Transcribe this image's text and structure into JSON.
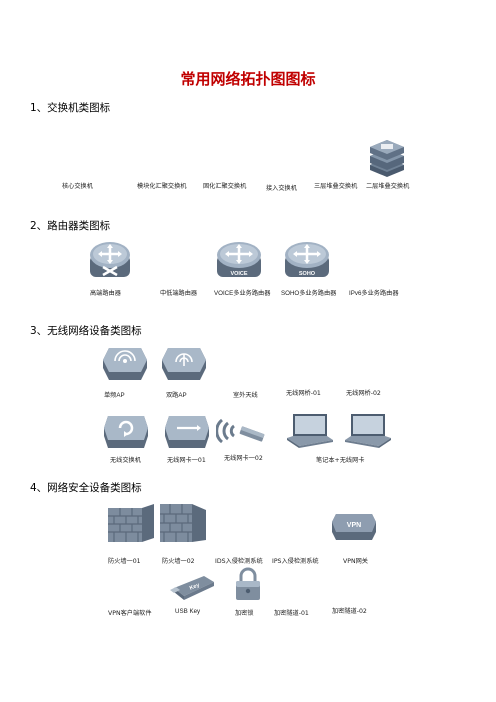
{
  "title": "常用网络拓扑图图标",
  "sections": [
    {
      "heading": "1、交换机类图标",
      "labels": [
        "核心交换机",
        "模块化汇聚交换机",
        "固化汇聚交换机",
        "接入交换机",
        "三层堆叠交换机",
        "二层堆叠交换机"
      ]
    },
    {
      "heading": "2、路由器类图标",
      "labels": [
        "高端路由器",
        "中低端路由器",
        "VOICE多业务路由器",
        "SOHO多业务路由器",
        "IPv6多业务路由器"
      ],
      "icon_text": [
        "VOICE",
        "SOHO"
      ]
    },
    {
      "heading": "3、无线网络设备类图标",
      "labels": [
        "单频AP",
        "双路AP",
        "室外天线",
        "无线网桥-01",
        "无线网桥-02",
        "无线交换机",
        "无线网卡一01",
        "无线网卡一02",
        "笔记本+无线网卡"
      ]
    },
    {
      "heading": "4、网络安全设备类图标",
      "labels": [
        "防火墙一01",
        "防火墙一02",
        "IDS入侵检测系统",
        "IPS入侵检测系统",
        "VPN网关",
        "VPN客户端软件",
        "USB Key",
        "加密锁",
        "加密隧道-01",
        "加密隧道-02"
      ],
      "icon_text": [
        "VPN",
        "Key"
      ]
    }
  ]
}
